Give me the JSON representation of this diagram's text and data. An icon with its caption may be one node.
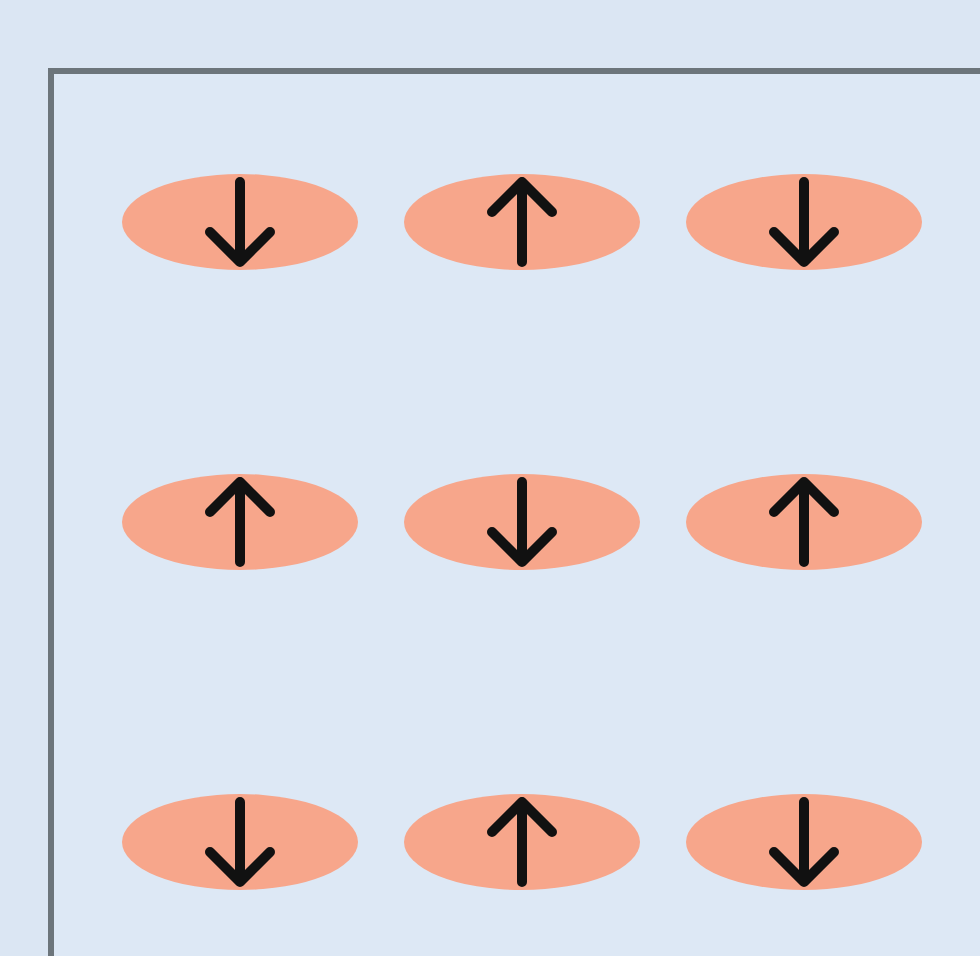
{
  "diagram": {
    "nodes": [
      {
        "text": [],
        "shape": "box"
      },
      {
        "text": [],
        "shape": "ellipse",
        "in": 0
      },
      {
        "text": [],
        "shape": "ellipse",
        "in": 0
      },
      {
        "text": [],
        "shape": "ellipse",
        "in": 0
      },
      {
        "text": [],
        "shape": "ellipse",
        "in": 0
      },
      {
        "text": [],
        "shape": "ellipse",
        "in": 0
      },
      {
        "text": [],
        "shape": "ellipse",
        "in": 0
      },
      {
        "text": [],
        "shape": "ellipse",
        "in": 0
      },
      {
        "text": [],
        "shape": "ellipse",
        "in": 0
      },
      {
        "text": [],
        "shape": "ellipse",
        "in": 0
      }
    ]
  }
}
